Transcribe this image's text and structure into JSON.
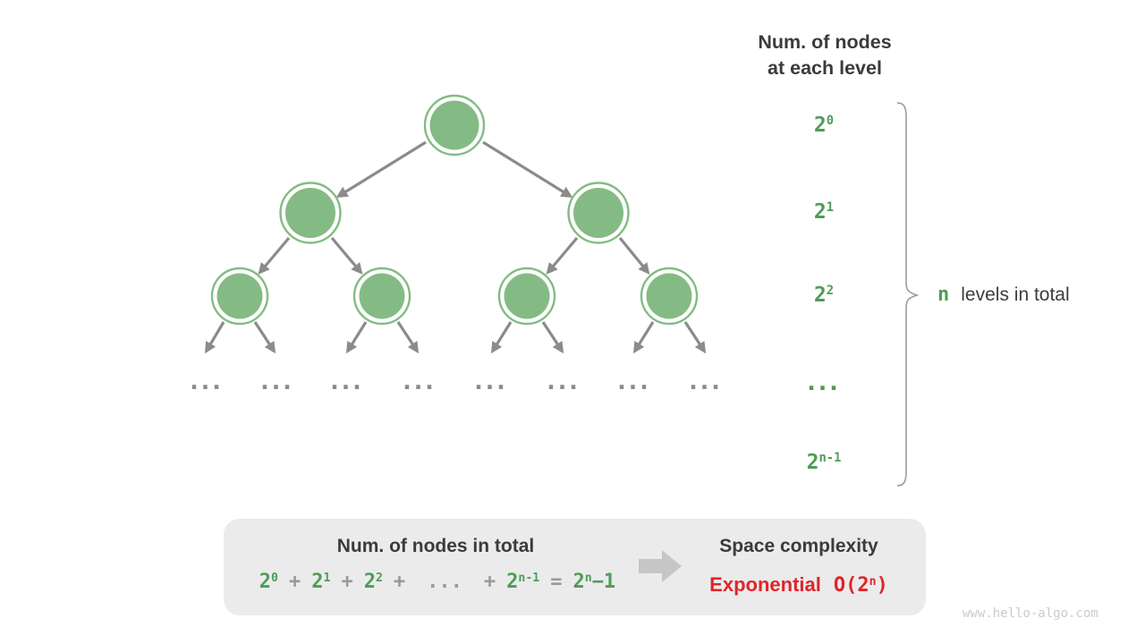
{
  "right_panel": {
    "header_line1": "Num. of nodes",
    "header_line2": "at each level",
    "levels": [
      {
        "tokens": [
          {
            "t": "2",
            "s": "0",
            "c": "green"
          }
        ]
      },
      {
        "tokens": [
          {
            "t": "2",
            "s": "1",
            "c": "green"
          }
        ]
      },
      {
        "tokens": [
          {
            "t": "2",
            "s": "2",
            "c": "green"
          }
        ]
      },
      {
        "tokens": [
          {
            "t": "...",
            "c": "green"
          }
        ]
      },
      {
        "tokens": [
          {
            "t": "2",
            "s": "n-1",
            "c": "green"
          }
        ]
      }
    ],
    "brace_label_n": "n",
    "brace_label_text": "levels in total"
  },
  "tree": {
    "type": "binary-tree",
    "levels_drawn": 3,
    "nodes_per_drawn_level": [
      1,
      2,
      4
    ],
    "ellipsis": "...",
    "ellipsis_groups": 8
  },
  "bottom_box": {
    "left_title": "Num. of nodes in total",
    "formula_tokens": [
      {
        "t": "2",
        "s": "0",
        "c": "green"
      },
      {
        "t": "+",
        "c": "gray",
        "op": true
      },
      {
        "t": "2",
        "s": "1",
        "c": "green"
      },
      {
        "t": "+",
        "c": "gray",
        "op": true
      },
      {
        "t": "2",
        "s": "2",
        "c": "green"
      },
      {
        "t": "+",
        "c": "gray",
        "op": true
      },
      {
        "t": "...",
        "c": "gray",
        "op": true
      },
      {
        "t": "+",
        "c": "gray",
        "op": true
      },
      {
        "t": "2",
        "s": "n-1",
        "c": "green"
      },
      {
        "t": "=",
        "c": "gray",
        "op": true
      },
      {
        "t": "2",
        "s": "n",
        "c": "green"
      },
      {
        "t": "−1",
        "c": "green"
      }
    ],
    "right_title": "Space complexity",
    "complexity_word": "Exponential",
    "complexity_tokens": [
      {
        "t": "O(2",
        "s": "n",
        "c": "red"
      },
      {
        "t": ")",
        "c": "red"
      }
    ]
  },
  "watermark": "www.hello-algo.com",
  "colors": {
    "green_text": "#4f9c57",
    "red_text": "#e0242a",
    "node_green": "#84bb84",
    "edge_gray": "#8b8b8b",
    "dark_text": "#3b3b3b",
    "operator_gray": "#9a9a9a",
    "box_bg": "#ebebeb",
    "block_arrow": "#c6c6c6",
    "brace_gray": "#9b9b9b",
    "watermark_gray": "#cbcbcb"
  }
}
